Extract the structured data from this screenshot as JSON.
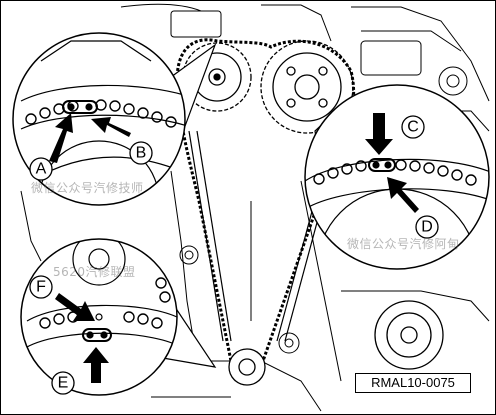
{
  "figure": {
    "reference_code": "RMAL10-0075",
    "callouts": [
      "A",
      "B",
      "C",
      "D",
      "E",
      "F"
    ]
  },
  "watermarks": [
    "微信公众号汽修技师",
    "微信公众号汽修阿甸",
    "5620汽修联盟"
  ],
  "colors": {
    "line": "#000000",
    "background": "#ffffff",
    "watermark": "#5a5a5a"
  }
}
